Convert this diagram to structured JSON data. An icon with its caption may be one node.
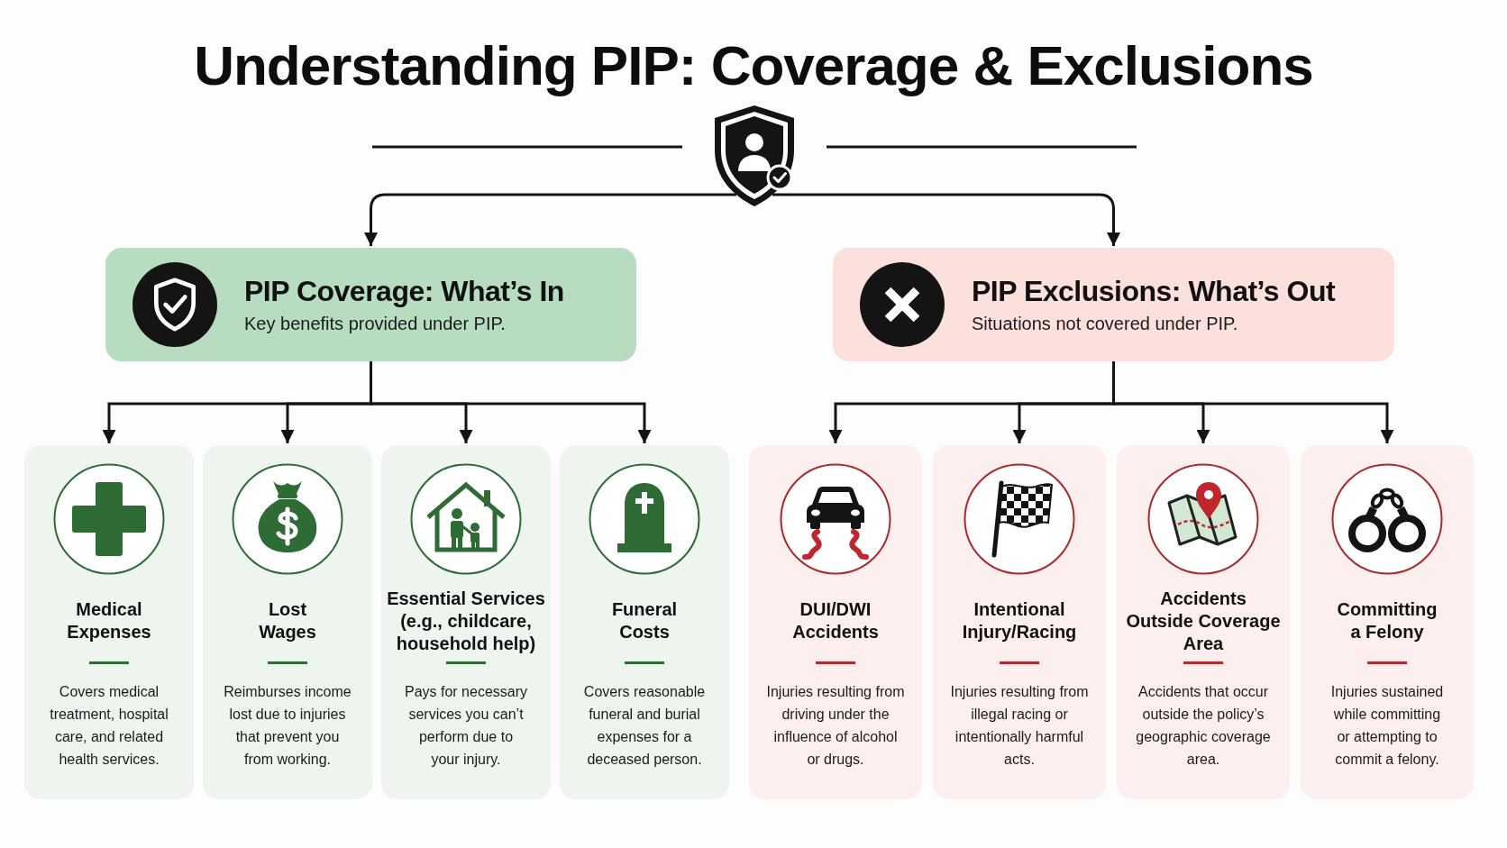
{
  "diagram": {
    "title": "Understanding PIP: Coverage & Exclusions",
    "nodes": [
      {
        "text": [],
        "shape": "picture"
      },
      {
        "text": [
          "PIP Coverage: What’s In",
          "Key benefits provided under PIP."
        ]
      },
      {
        "text": [
          "PIP Exclusions: What’s Out",
          "Situations not covered under PIP."
        ]
      },
      {
        "text": [
          "Medical Expenses",
          "Covers medical treatment, hospital care, and related health services."
        ]
      },
      {
        "text": [
          "Lost Wages",
          "Reimburses income lost due to injuries that prevent you from working."
        ]
      },
      {
        "text": [
          "Essential Services (e.g., childcare, household help)",
          "Pays for necessary services you can’t perform due to your injury."
        ]
      },
      {
        "text": [
          "Funeral Costs",
          "Covers reasonable funeral and burial expenses for a deceased person."
        ]
      },
      {
        "text": [
          "DUI/DWI Accidents",
          "Injuries resulting from driving under the influence of alcohol or drugs."
        ]
      },
      {
        "text": [
          "Intentional Injury/Racing",
          "Injuries resulting from illegal racing or intentionally harmful acts."
        ]
      },
      {
        "text": [
          "Accidents Outside Coverage Area",
          "Accidents that occur outside the policy’s geographic coverage area."
        ]
      },
      {
        "text": [
          "Committing a Felony",
          "Injuries sustained while committing or attempting to commit a felony."
        ]
      }
    ],
    "edges": [
      {
        "from": 0,
        "to": 1,
        "arrow": "to"
      },
      {
        "from": 0,
        "to": 2,
        "arrow": "to"
      },
      {
        "from": 1,
        "to": 3,
        "arrow": "to"
      },
      {
        "from": 1,
        "to": 4,
        "arrow": "to"
      },
      {
        "from": 1,
        "to": 5,
        "arrow": "to"
      },
      {
        "from": 1,
        "to": 6,
        "arrow": "to"
      },
      {
        "from": 2,
        "to": 7,
        "arrow": "to"
      },
      {
        "from": 2,
        "to": 8,
        "arrow": "to"
      },
      {
        "from": 2,
        "to": 9,
        "arrow": "to"
      },
      {
        "from": 2,
        "to": 10,
        "arrow": "to"
      }
    ]
  }
}
